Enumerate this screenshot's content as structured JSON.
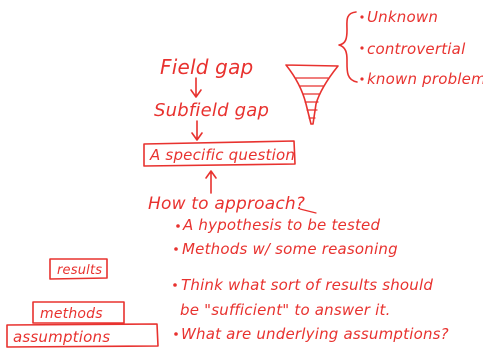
{
  "ink_color": "#e8322f",
  "background_color": "#ffffff",
  "flow": {
    "field_gap": "Field gap",
    "subfield_gap": "Subfield gap",
    "specific_question": "A specific question"
  },
  "gap_types": [
    "Unknown",
    "controvertial",
    "known problem"
  ],
  "approach": {
    "heading": "How to approach?",
    "items": [
      "A hypothesis to be tested",
      "Methods w/ some reasoning",
      "Think what sort of results should",
      "be \"sufficient\" to answer it.",
      "What are underlying assumptions?"
    ]
  },
  "pyramid": {
    "top": "results",
    "middle": "methods",
    "bottom": "assumptions"
  }
}
